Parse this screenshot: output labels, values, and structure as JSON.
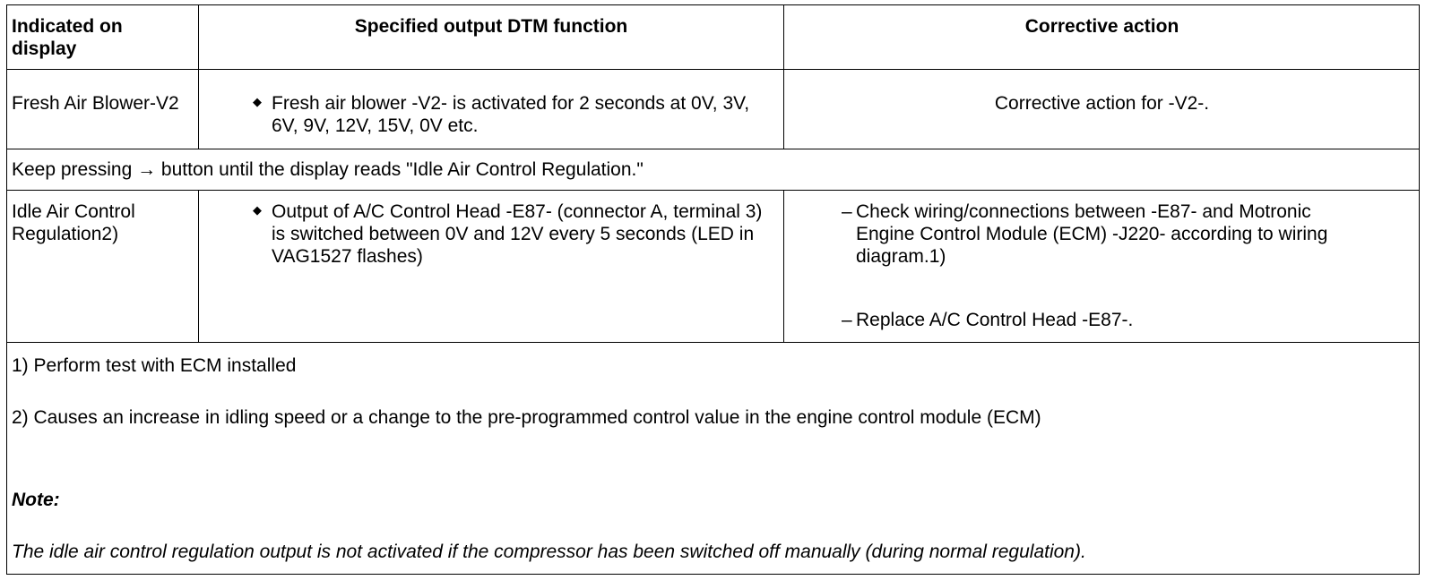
{
  "header": {
    "col1": "Indicated on display",
    "col2": "Specified output DTM function",
    "col3": "Corrective action"
  },
  "row_blower": {
    "indicated": "Fresh Air Blower-V2",
    "bullet_char": "◆",
    "function": "Fresh air blower -V2- is activated for 2 seconds at 0V, 3V, 6V, 9V, 12V, 15V, 0V etc.",
    "action": "Corrective action for -V2-."
  },
  "instruction_row": "Keep pressing → button until the display reads \"Idle Air Control Regulation.\"",
  "row_idle": {
    "indicated": "Idle Air Control Regulation2)",
    "bullet_char": "◆",
    "function": "Output of A/C Control Head -E87- (connector A, terminal 3) is switched between 0V and 12V every 5 seconds (LED in VAG1527 flashes)",
    "dash_char": "–",
    "actions": [
      "Check wiring/connections between -E87- and Motronic Engine Control Module (ECM) -J220- according to wiring diagram.1)",
      "Replace A/C Control Head -E87-."
    ]
  },
  "footnotes": {
    "fn1": "1) Perform test with ECM installed",
    "fn2": "2) Causes an increase in idling speed or a change to the pre-programmed control value in the engine control module (ECM)",
    "note_label": "Note:",
    "note_text": "The idle air control regulation output is not activated if the compressor has been switched off manually (during normal regulation)."
  }
}
